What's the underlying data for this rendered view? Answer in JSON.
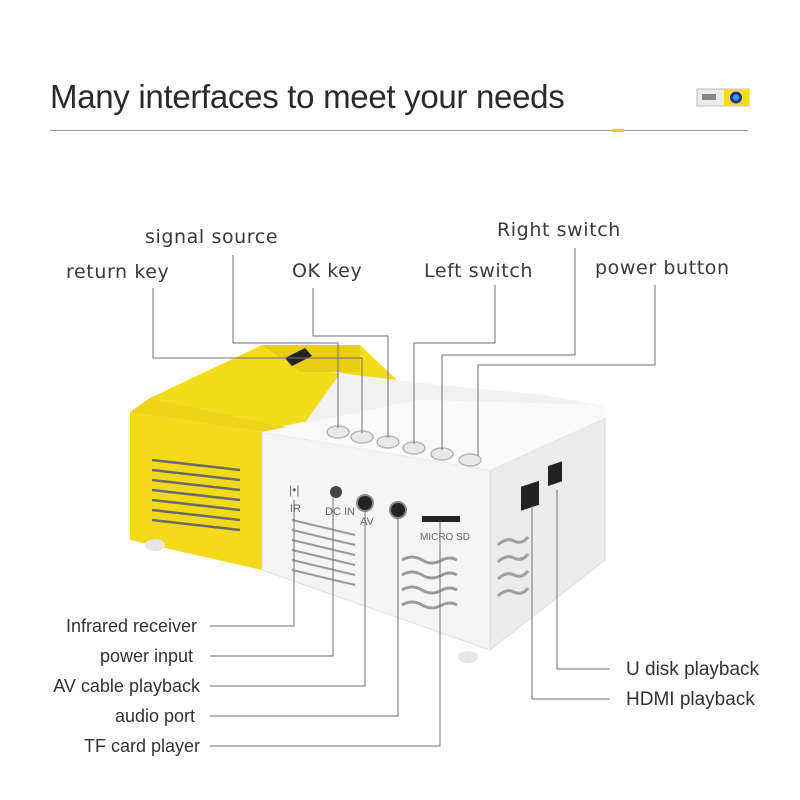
{
  "header": {
    "title": "Many interfaces to meet your needs"
  },
  "top_callouts": {
    "signal_source": "signal source",
    "return_key": "return key",
    "ok_key": "OK key",
    "left_switch": "Left switch",
    "right_switch": "Right switch",
    "power_button": "power button"
  },
  "left_callouts": {
    "infrared_receiver": "Infrared receiver",
    "power_input": "power input",
    "av_cable_playback": "AV cable playback",
    "audio_port": "audio port",
    "tf_card_player": "TF card player"
  },
  "right_callouts": {
    "u_disk_playback": "U disk playback",
    "hdmi_playback": "HDMI playback"
  },
  "device_markings": {
    "ir": "IR",
    "dc_in": "DC IN",
    "av": "AV",
    "micro_sd": "MICRO SD"
  },
  "colors": {
    "yellow": "#f3dd1a",
    "white_body": "#f4f4f4",
    "line": "#707070",
    "accent": "#f2cc1c"
  }
}
